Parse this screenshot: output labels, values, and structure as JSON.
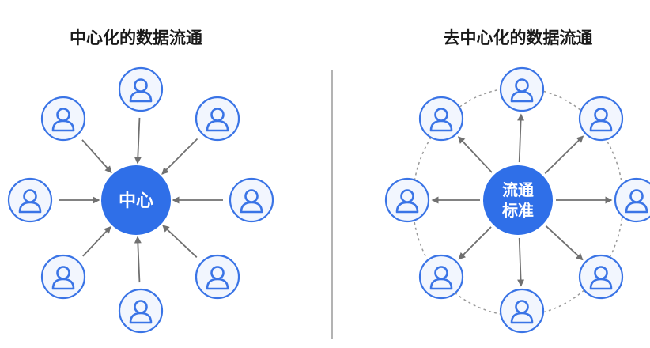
{
  "left_panel": {
    "title": "中心化的数据流通",
    "hub_label": "中心",
    "flow": "inward",
    "node_count": 8,
    "node_icon": "user-icon",
    "ring": false
  },
  "right_panel": {
    "title": "去中心化的数据流通",
    "hub_label_line1": "流通",
    "hub_label_line2": "标准",
    "flow": "outward",
    "node_count": 8,
    "node_icon": "user-icon",
    "ring": true
  },
  "colors": {
    "hub": "#2f6fe8",
    "node_border": "#3a74e6",
    "node_fill": "#f2f6fe",
    "icon": "#3a74e6",
    "arrow": "#707070",
    "divider": "#9a9a9a",
    "ring": "#9a9a9a",
    "title": "#1a1a1a"
  }
}
